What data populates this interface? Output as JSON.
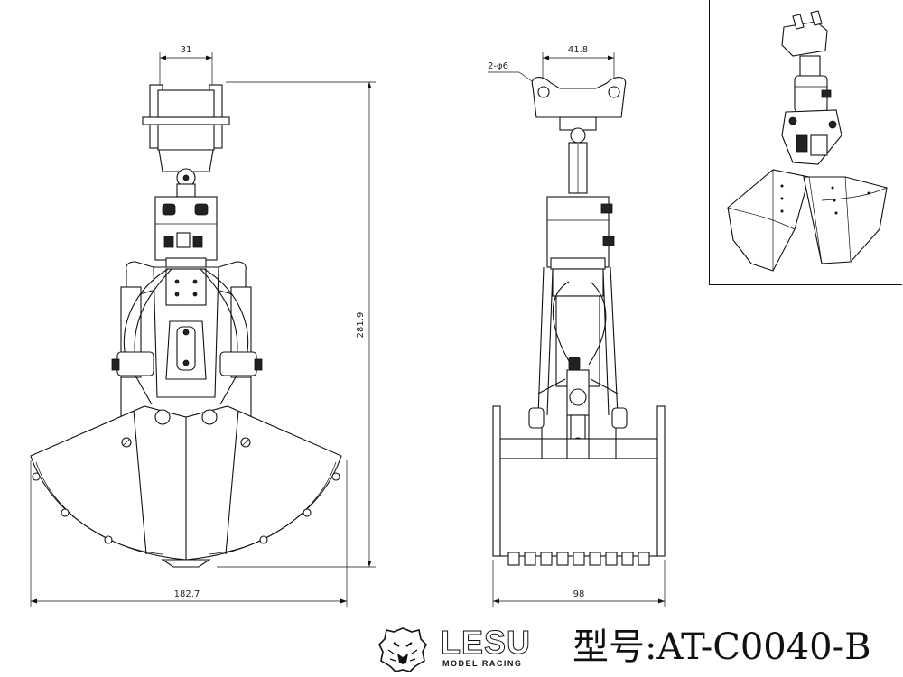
{
  "dimensions": {
    "top_width_front": "31",
    "overall_height": "281.9",
    "open_width": "182.7",
    "top_width_side": "41.8",
    "hole_callout": "2-φ6",
    "side_width": "98"
  },
  "brand": {
    "name": "LESU",
    "subtitle": "MODEL RACING"
  },
  "model_label": "型号:AT-C0040-B",
  "icons": {
    "logo": "lion-head-logo"
  }
}
